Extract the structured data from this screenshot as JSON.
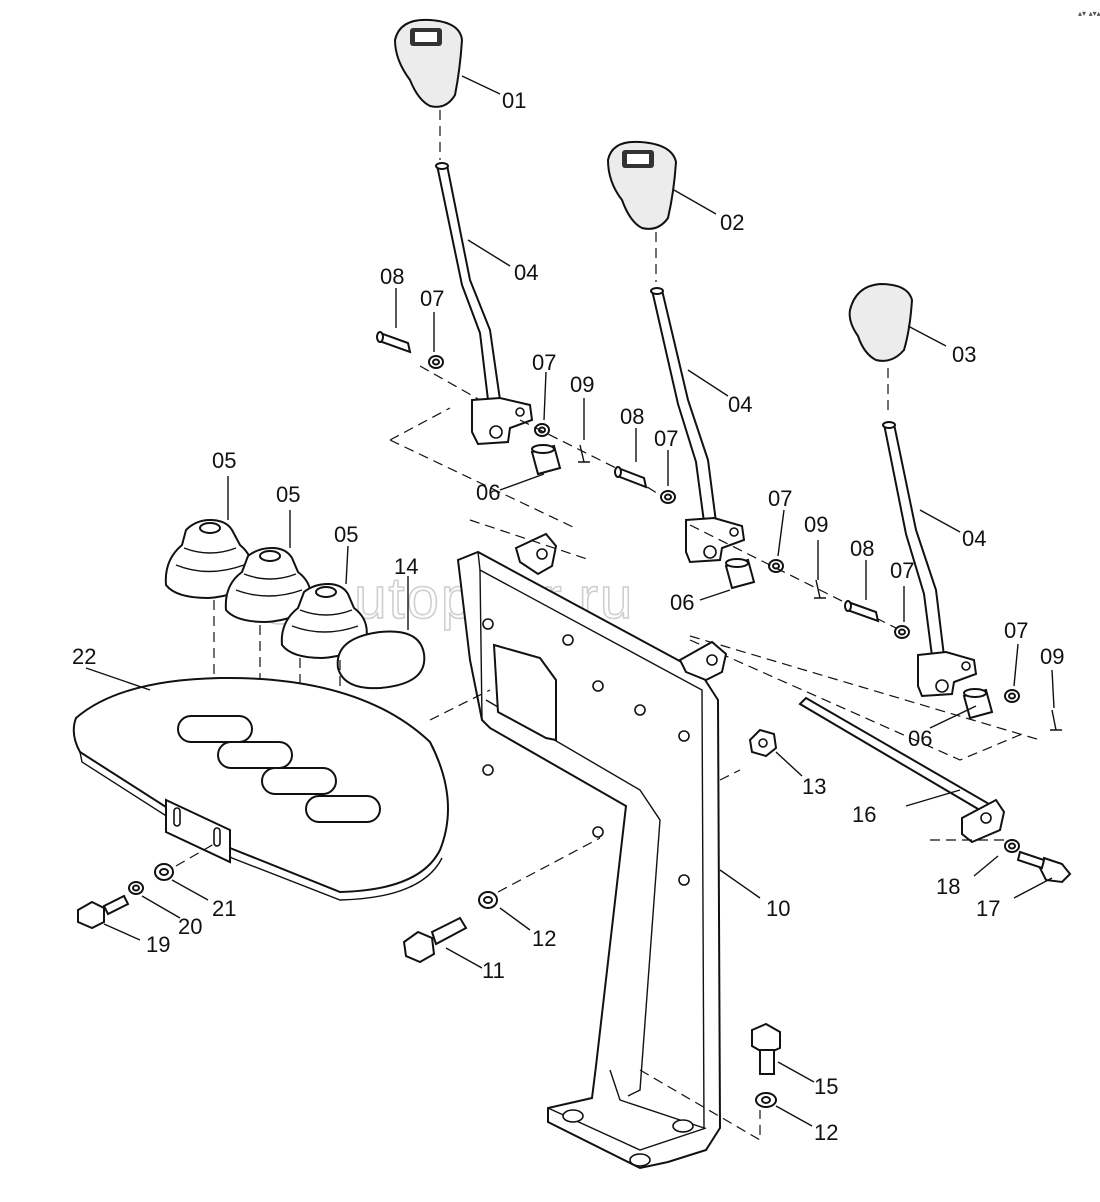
{
  "watermark": "autopiter.ru",
  "corner_mark": "▴▾ ▴▾▴",
  "callouts": [
    {
      "id": "c01",
      "label": "01"
    },
    {
      "id": "c02",
      "label": "02"
    },
    {
      "id": "c03",
      "label": "03"
    },
    {
      "id": "c04a",
      "label": "04"
    },
    {
      "id": "c04b",
      "label": "04"
    },
    {
      "id": "c04c",
      "label": "04"
    },
    {
      "id": "c05a",
      "label": "05"
    },
    {
      "id": "c05b",
      "label": "05"
    },
    {
      "id": "c05c",
      "label": "05"
    },
    {
      "id": "c06a",
      "label": "06"
    },
    {
      "id": "c06b",
      "label": "06"
    },
    {
      "id": "c06c",
      "label": "06"
    },
    {
      "id": "c07a",
      "label": "07"
    },
    {
      "id": "c07b",
      "label": "07"
    },
    {
      "id": "c07c",
      "label": "07"
    },
    {
      "id": "c07d",
      "label": "07"
    },
    {
      "id": "c07e",
      "label": "07"
    },
    {
      "id": "c07f",
      "label": "07"
    },
    {
      "id": "c08a",
      "label": "08"
    },
    {
      "id": "c08b",
      "label": "08"
    },
    {
      "id": "c08c",
      "label": "08"
    },
    {
      "id": "c09a",
      "label": "09"
    },
    {
      "id": "c09b",
      "label": "09"
    },
    {
      "id": "c09c",
      "label": "09"
    },
    {
      "id": "c10",
      "label": "10"
    },
    {
      "id": "c11",
      "label": "11"
    },
    {
      "id": "c12a",
      "label": "12"
    },
    {
      "id": "c12b",
      "label": "12"
    },
    {
      "id": "c13",
      "label": "13"
    },
    {
      "id": "c14",
      "label": "14"
    },
    {
      "id": "c15",
      "label": "15"
    },
    {
      "id": "c16",
      "label": "16"
    },
    {
      "id": "c17",
      "label": "17"
    },
    {
      "id": "c18",
      "label": "18"
    },
    {
      "id": "c19",
      "label": "19"
    },
    {
      "id": "c20",
      "label": "20"
    },
    {
      "id": "c21",
      "label": "21"
    },
    {
      "id": "c22",
      "label": "22"
    }
  ]
}
